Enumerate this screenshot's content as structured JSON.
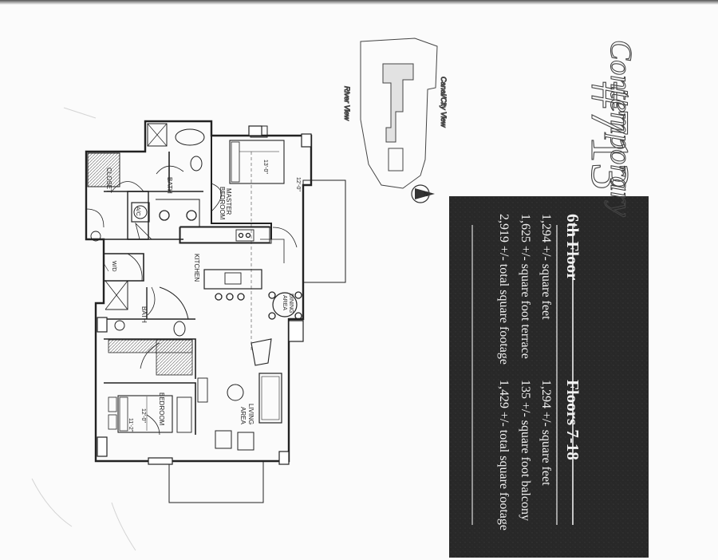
{
  "title": {
    "script": "Contemporary",
    "number": "#713"
  },
  "location": {
    "view1": "Canal/City View",
    "view2": "River View",
    "compass": "N"
  },
  "panel": {
    "left": {
      "heading": "6th Floor",
      "line1": "1,294 +/- square feet",
      "line2": "1,625 +/- square foot terrace",
      "line3": "2,919 +/- total square footage"
    },
    "right": {
      "heading": "Floors 7-18",
      "line1": "1,294 +/- square feet",
      "line2": "135 +/- square foot balcony",
      "line3": "1,429 +/- total square footage"
    }
  },
  "rooms": {
    "closet": "CLOSET",
    "bath_master": "BATH",
    "master_bedroom_1": "MASTER",
    "master_bedroom_2": "BEDROOM",
    "master_dim_w": "13'-0\"",
    "master_dim_h": "12'-0\"",
    "ac": "A/C",
    "kitchen": "KITCHEN",
    "wd": "W/D",
    "bath": "BATH",
    "dining_1": "DINING",
    "dining_2": "AREA",
    "living_1": "LIVING",
    "living_2": "AREA",
    "bedroom": "BEDROOM",
    "bedroom_dim_w": "12'-0\"",
    "bedroom_dim_h": "11'-2\""
  },
  "colors": {
    "panel_dark": "#2b2b2b",
    "panel_text": "#f2f2f2",
    "ink": "#222222"
  }
}
